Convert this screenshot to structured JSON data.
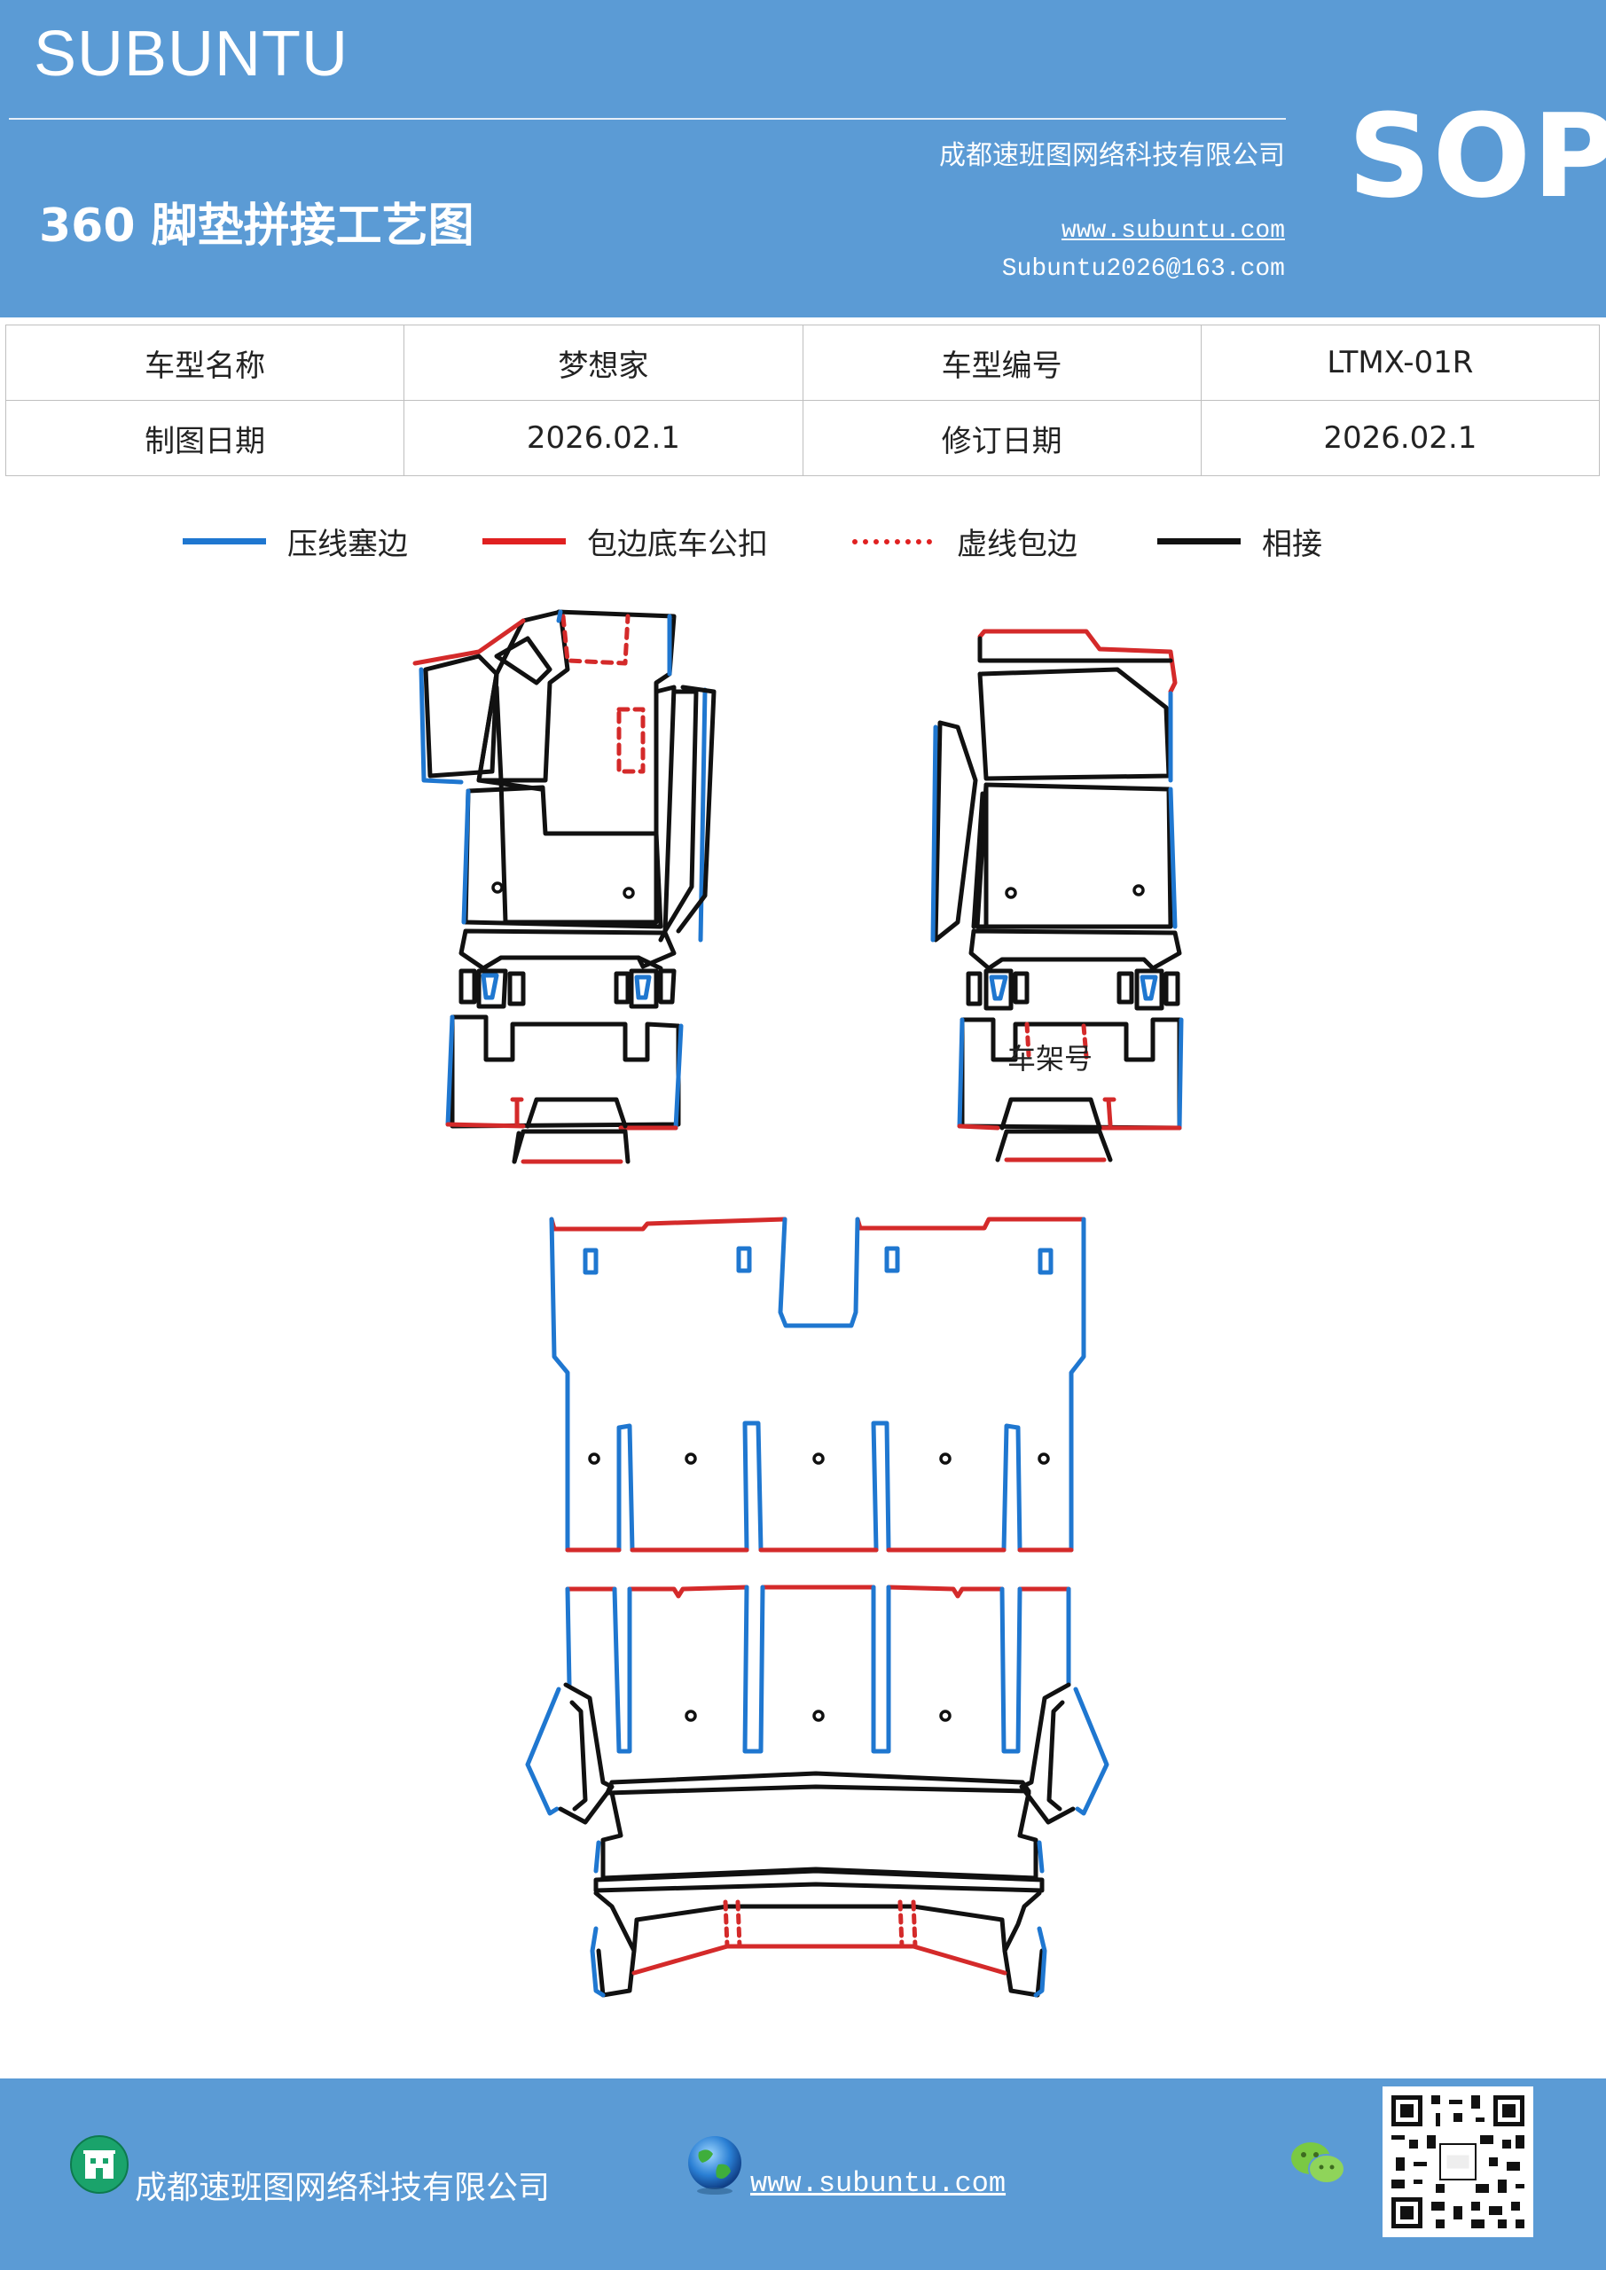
{
  "header": {
    "brand": "SUBUNTU",
    "company": "成都速班图网络科技有限公司",
    "title": "360 脚垫拼接工艺图",
    "website": "www.subuntu.com",
    "email": "Subuntu2026@163.com",
    "badge": "SOP"
  },
  "info_table": {
    "rows": [
      [
        "车型名称",
        "梦想家",
        "车型编号",
        "LTMX-01R"
      ],
      [
        "制图日期",
        "2026.02.1",
        "修订日期",
        "2026.02.1"
      ]
    ]
  },
  "legend": [
    {
      "label": "压线塞边",
      "color": "#1f77d0",
      "style": "solid"
    },
    {
      "label": "包边底车公扣",
      "color": "#e02020",
      "style": "solid"
    },
    {
      "label": "虚线包边",
      "color": "#e02020",
      "style": "dotted"
    },
    {
      "label": "相接",
      "color": "#111111",
      "style": "solid"
    }
  ],
  "diagram": {
    "annotation": "车架号",
    "colors": {
      "press": "#1f77d0",
      "wrap": "#d42a2a",
      "join": "#111111"
    }
  },
  "footer": {
    "company": "成都速班图网络科技有限公司",
    "website": "www.subuntu.com",
    "company_icon": "building-icon",
    "web_icon": "globe-icon",
    "chat_icon": "wechat-icon",
    "qr_icon": "qr-code-icon"
  }
}
